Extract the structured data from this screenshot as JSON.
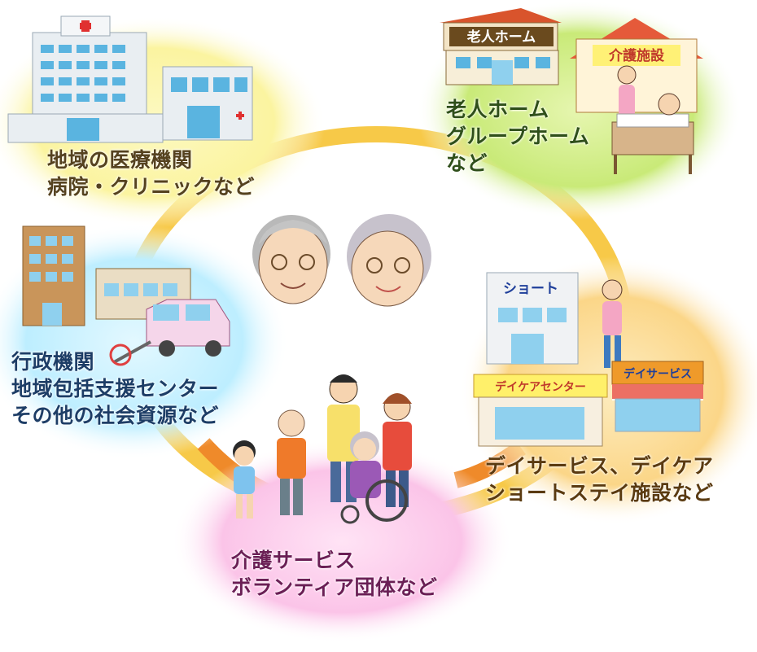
{
  "colors": {
    "ring": "#f7c948",
    "ring_orange": "#ef8a2a",
    "medical_bg": "#fbf6a8",
    "home_bg": "#cdec7c",
    "admin_bg": "#bfefff",
    "dayservice_bg": "#fcd889",
    "volunteer_bg": "#fbc6e9",
    "medical_text": "#55421f",
    "home_text": "#2f4f1a",
    "admin_text": "#1d3d66",
    "dayservice_text": "#5a3a10",
    "volunteer_text": "#6a1f55"
  },
  "nodes": {
    "medical": {
      "lines": [
        "地域の医療機関",
        "病院・クリニックなど"
      ]
    },
    "home": {
      "lines": [
        "老人ホーム",
        "グループホーム",
        "など"
      ],
      "sign_main": "老人ホーム",
      "sign_care": "介護施設"
    },
    "admin": {
      "lines": [
        "行政機関",
        "地域包括支援センター",
        "その他の社会資源など"
      ]
    },
    "dayservice": {
      "lines": [
        "デイサービス、デイケア",
        "ショートステイ施設など"
      ],
      "sign_short": "ショート",
      "sign_daycare": "デイケアセンター",
      "sign_dayservice": "デイサービス"
    },
    "volunteer": {
      "lines": [
        "介護サービス",
        "ボランティア団体など"
      ]
    }
  }
}
